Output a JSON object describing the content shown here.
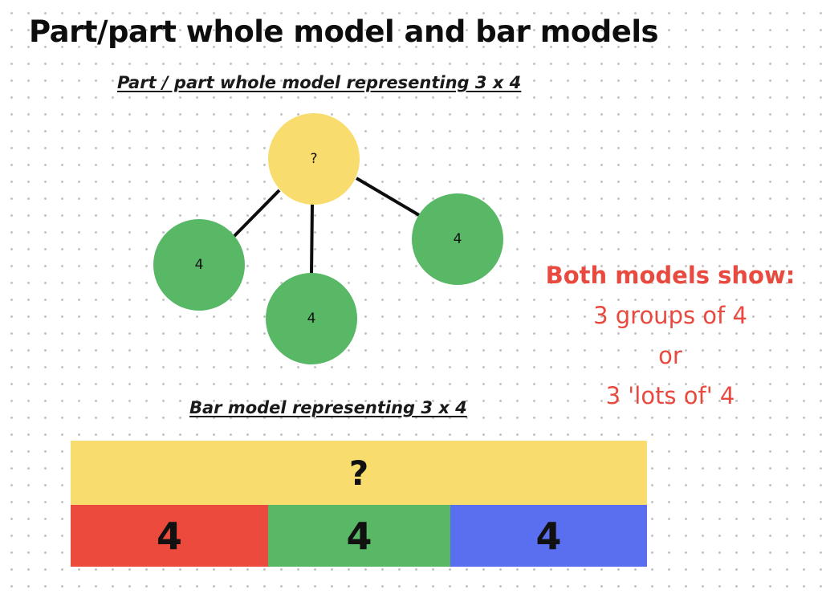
{
  "title": "Part/part whole model and bar models",
  "part_whole_model": {
    "caption": "Part / part whole model representing 3 x 4",
    "whole": {
      "label": "?",
      "color": "#f9dc6e"
    },
    "parts": [
      {
        "label": "4",
        "color": "#58b866"
      },
      {
        "label": "4",
        "color": "#58b866"
      },
      {
        "label": "4",
        "color": "#58b866"
      }
    ],
    "line_color": "#0d0d0d"
  },
  "bar_model": {
    "caption": "Bar model representing 3 x 4",
    "whole": {
      "label": "?",
      "color": "#f9dc6e"
    },
    "parts": [
      {
        "label": "4",
        "color": "#ec4a3d"
      },
      {
        "label": "4",
        "color": "#58b866"
      },
      {
        "label": "4",
        "color": "#5a6ff0"
      }
    ]
  },
  "note": {
    "heading": "Both models show:",
    "lines": [
      "3 groups of 4",
      "or",
      "3 'lots of' 4"
    ],
    "color": "#e84a3f"
  }
}
